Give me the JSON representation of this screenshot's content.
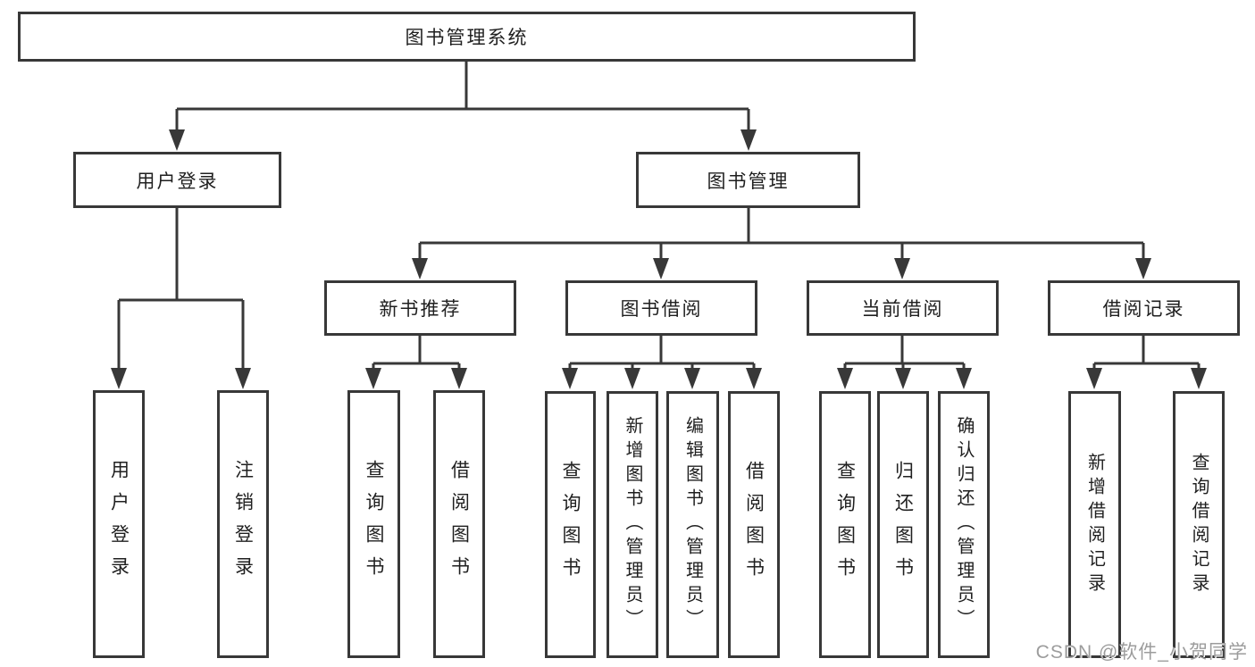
{
  "diagram_title": "图书管理系统",
  "nodes": {
    "root": "图书管理系统",
    "branches": [
      {
        "label": "用户登录"
      },
      {
        "label": "图书管理"
      }
    ],
    "sections": [
      {
        "label": "新书推荐"
      },
      {
        "label": "图书借阅"
      },
      {
        "label": "当前借阅"
      },
      {
        "label": "借阅记录"
      }
    ],
    "leaves": [
      {
        "label": "用户登录"
      },
      {
        "label": "注销登录"
      },
      {
        "label": "查询图书"
      },
      {
        "label": "借阅图书"
      },
      {
        "label": "查询图书"
      },
      {
        "label": "新增图书（管理员）"
      },
      {
        "label": "编辑图书（管理员）"
      },
      {
        "label": "借阅图书"
      },
      {
        "label": "查询图书"
      },
      {
        "label": "归还图书"
      },
      {
        "label": "确认归还（管理员）"
      },
      {
        "label": "新增借阅记录"
      },
      {
        "label": "查询借阅记录"
      }
    ]
  },
  "watermark": "CSDN @软件_小贺同学",
  "colors": {
    "line": "#383838",
    "box_border": "#383838",
    "box_background": "#ffffff",
    "text": "#1f1f1f",
    "watermark": "#9c9c9c",
    "page_background": "#ffffff"
  }
}
